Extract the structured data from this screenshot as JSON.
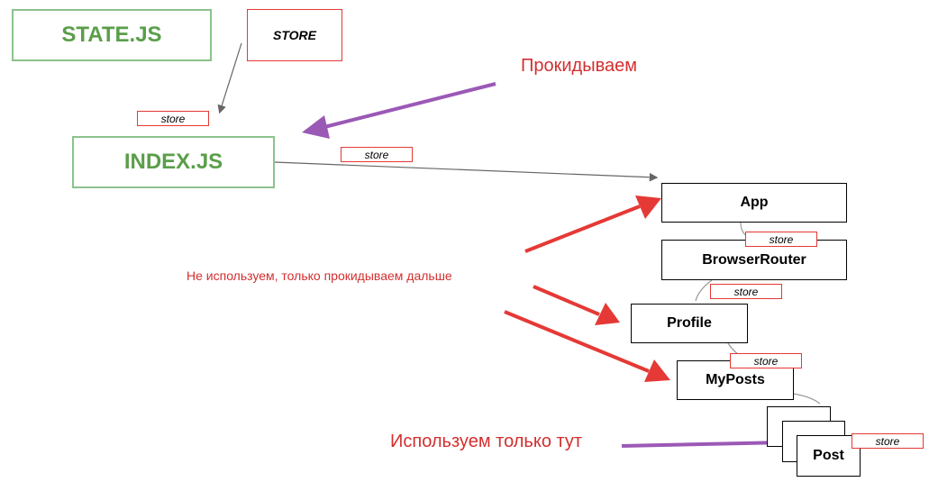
{
  "nodes": {
    "state": "STATE.JS",
    "store": "STORE",
    "index": "INDEX.JS",
    "app": "App",
    "router": "BrowserRouter",
    "profile": "Profile",
    "myposts": "MyPosts",
    "post": "Post"
  },
  "tags": {
    "t1": "store",
    "t2": "store",
    "t3": "store",
    "t4": "store",
    "t5": "store",
    "t6": "store"
  },
  "labels": {
    "pass_through": "Прокидываем",
    "not_used": "Не используем, только прокидываем дальше",
    "used_here": "Используем только тут"
  },
  "colors": {
    "green_text": "#5a9e4a",
    "green_border": "#8cc28c",
    "red": "#e53935",
    "purple": "#9b59b6",
    "gray_line": "#666666"
  }
}
